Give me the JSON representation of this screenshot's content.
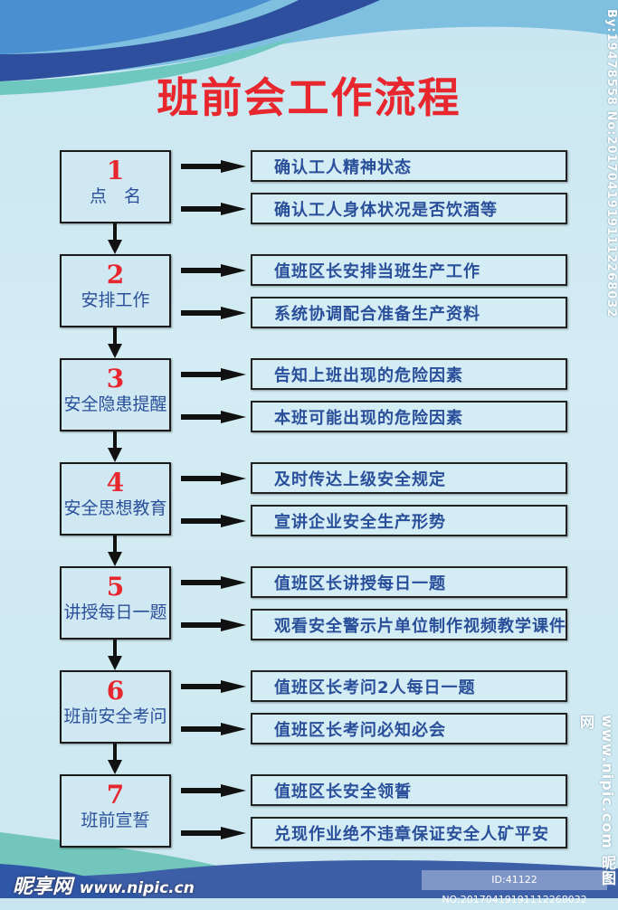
{
  "title": "班前会工作流程",
  "steps": [
    {
      "num": "1",
      "label": "点　名",
      "items": [
        "确认工人精神状态",
        "确认工人身体状况是否饮酒等"
      ]
    },
    {
      "num": "2",
      "label": "安排工作",
      "items": [
        "值班区长安排当班生产工作",
        "系统协调配合准备生产资料"
      ]
    },
    {
      "num": "3",
      "label": "安全隐患提醒",
      "items": [
        "告知上班出现的危险因素",
        "本班可能出现的危险因素"
      ]
    },
    {
      "num": "4",
      "label": "安全思想教育",
      "items": [
        "及时传达上级安全规定",
        "宣讲企业安全生产形势"
      ]
    },
    {
      "num": "5",
      "label": "讲授每日一题",
      "items": [
        "值班区长讲授每日一题",
        "观看安全警示片单位制作视频教学课件"
      ]
    },
    {
      "num": "6",
      "label": "班前安全考问",
      "items": [
        "值班区长考问2人每日一题",
        "值班区长考问必知必会"
      ]
    },
    {
      "num": "7",
      "label": "班前宣誓",
      "items": [
        "值班区长安全领誓",
        "兑现作业绝不违章保证安全人矿平安"
      ]
    }
  ],
  "watermark": {
    "top_right": "By:19478558 No:20170419191112268032",
    "bottom_right": "www.nipic.com 昵图网",
    "brand": "昵享网",
    "brand_url": "www.nipic.cn",
    "id_line": "ID:41122 NO:20170419191112268032"
  },
  "colors": {
    "title": "#e8262d",
    "text": "#2a4f9a",
    "number": "#e8262d"
  }
}
